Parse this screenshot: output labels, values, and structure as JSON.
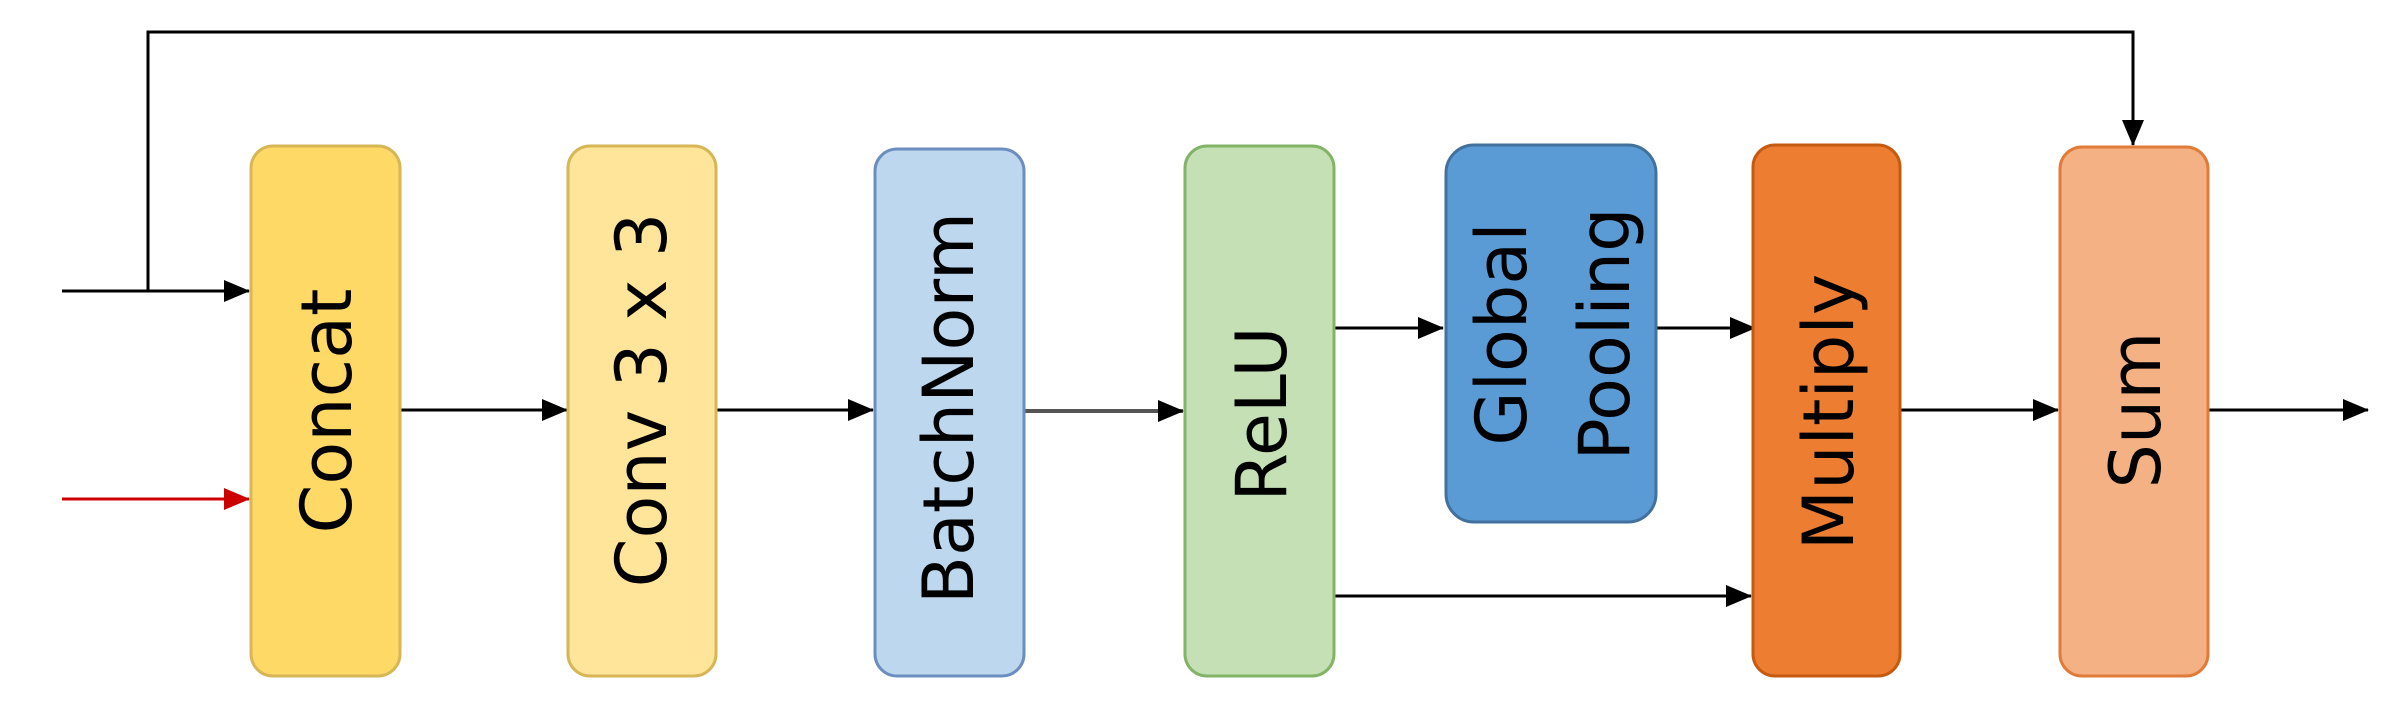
{
  "diagram": {
    "blocks": [
      {
        "id": "concat",
        "label": "Concat",
        "fill": "#FFD966",
        "stroke": "#D6B656"
      },
      {
        "id": "conv",
        "label": "Conv 3 x 3",
        "fill": "#FFE599",
        "stroke": "#D6B656"
      },
      {
        "id": "batchnorm",
        "label": "BatchNorm",
        "fill": "#BDD7EE",
        "stroke": "#6C8EBF"
      },
      {
        "id": "relu",
        "label": "ReLU",
        "fill": "#C5E0B4",
        "stroke": "#82B366"
      },
      {
        "id": "global_pooling",
        "label_line1": "Global",
        "label_line2": "Pooling",
        "fill": "#5B9BD5",
        "stroke": "#41719C"
      },
      {
        "id": "multiply",
        "label": "Multiply",
        "fill": "#ED7D31",
        "stroke": "#C55A11"
      },
      {
        "id": "sum",
        "label": "Sum",
        "fill": "#F4B183",
        "stroke": "#E07B39"
      }
    ],
    "arrow_color": "#000000",
    "second_input_color": "#CC0000"
  }
}
